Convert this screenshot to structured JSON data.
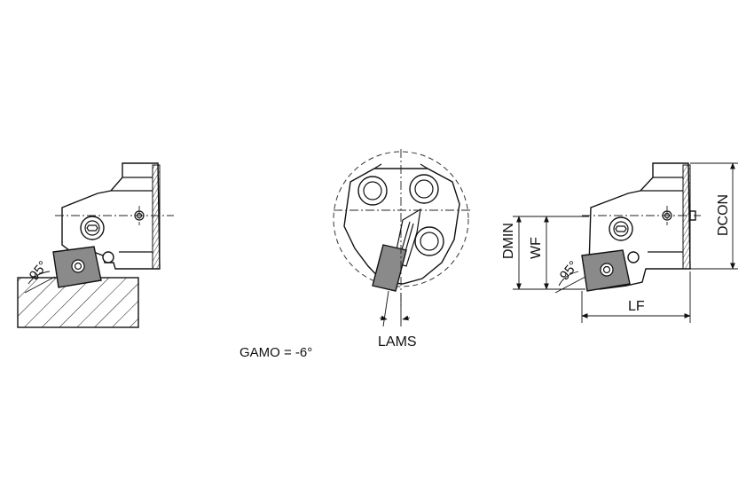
{
  "labels": {
    "angle_left": "95°",
    "angle_right": "95°",
    "gamo": "GAMO = -6°",
    "lams": "LAMS",
    "dmin": "DMIN",
    "wf": "WF",
    "dcon": "DCON",
    "lf": "LF"
  },
  "colors": {
    "line": "#111111",
    "insert_fill": "#8a8a8a",
    "background": "#ffffff"
  }
}
